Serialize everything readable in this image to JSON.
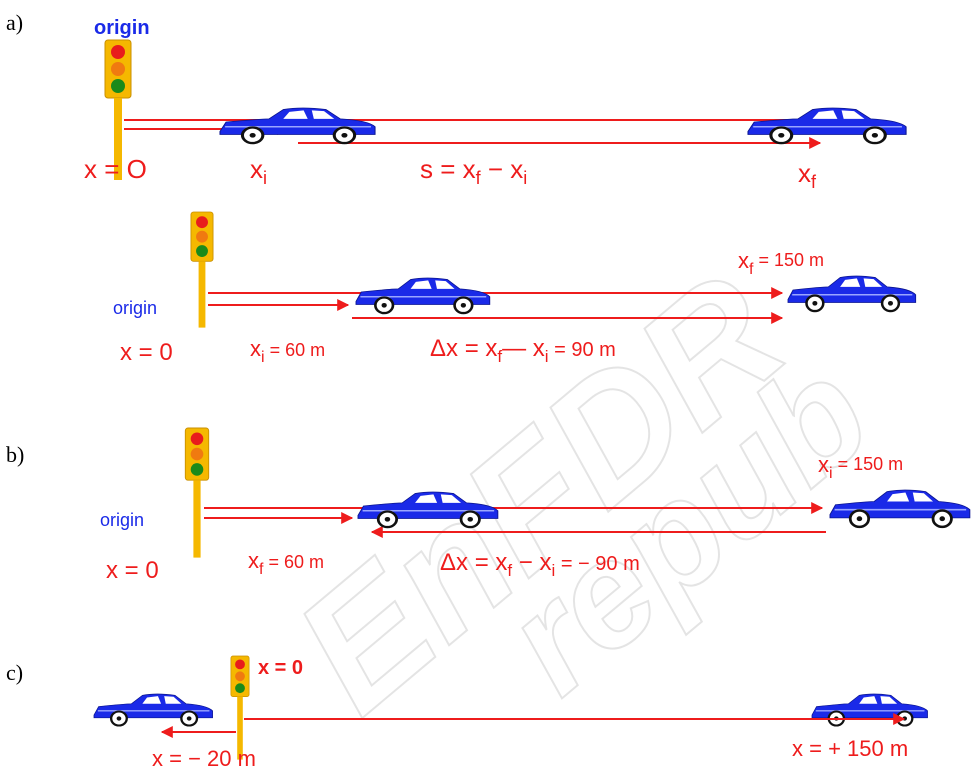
{
  "colors": {
    "red": "#ee1c1c",
    "blue": "#1a2ae8",
    "pole": "#f5b800",
    "light_red": "#e81c1c",
    "light_orange": "#f07a10",
    "light_green": "#1a8a1a",
    "watermark": "#cfcfcf"
  },
  "icons": [
    "traffic-light-icon",
    "car-icon"
  ],
  "panel_a1": {
    "section_label": "a)",
    "origin_label": "origin",
    "x_zero": "x = O",
    "xi": "x",
    "xi_sub": "i",
    "s_expr_s": "s  = x",
    "s_expr_f": "f",
    "s_expr_minus": " − x",
    "s_expr_i": "i",
    "xf": "x",
    "xf_sub": "f"
  },
  "panel_a2": {
    "origin_label": "origin",
    "x_zero": "x = 0",
    "xi": "x",
    "xi_sub": "i",
    "xi_val": " = 60 m",
    "xf": "x",
    "xf_sub": "f",
    "xf_val": "  = 150 m",
    "dx_expr_a": "Δx = x",
    "dx_expr_f": "f",
    "dx_expr_b": "— x",
    "dx_expr_i": "i",
    "dx_expr_val": " = 90 m"
  },
  "panel_b": {
    "section_label": "b)",
    "origin_label": "origin",
    "x_zero": "x = 0",
    "xf": "x",
    "xf_sub": "f",
    "xf_val": " = 60 m",
    "xi": "x",
    "xi_sub": "i",
    "xi_val": " = 150 m",
    "dx_expr_a": "Δx = x",
    "dx_expr_f": "f",
    "dx_expr_b": " − x",
    "dx_expr_i": "i",
    "dx_expr_val": " = − 90 m"
  },
  "panel_c": {
    "section_label": "c)",
    "x_zero": "x = 0",
    "neg_pos": "x = − 20 m",
    "pos_pos": "x = + 150 m"
  }
}
